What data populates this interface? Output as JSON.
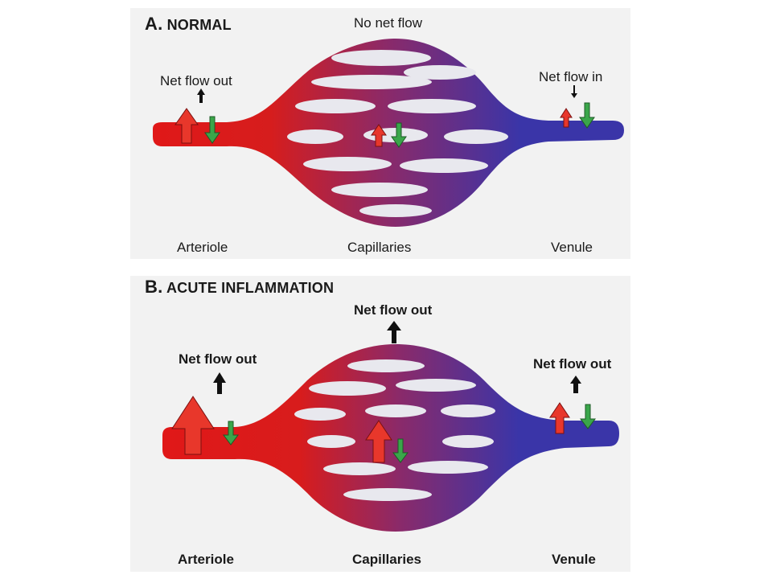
{
  "panels": [
    {
      "letter": "A.",
      "title": "NORMAL",
      "top_label": "No net flow",
      "arteriole_flow_label": "Net flow out",
      "venule_flow_label": "Net flow in",
      "bottom_labels": [
        "Arteriole",
        "Capillaries",
        "Venule"
      ]
    },
    {
      "letter": "B.",
      "title": "ACUTE INFLAMMATION",
      "top_label": "Net flow out",
      "arteriole_flow_label": "Net flow out",
      "venule_flow_label": "Net flow out",
      "bottom_labels": [
        "Arteriole",
        "Capillaries",
        "Venule"
      ]
    }
  ],
  "colors": {
    "arterial": "#e01818",
    "venous": "#3a35a8",
    "mid": "#8a2a6a",
    "outflow_arrow": "#e8372b",
    "inflow_arrow": "#3aa64a",
    "net_arrow": "#111111",
    "panel_bg": "#f2f2f2"
  }
}
